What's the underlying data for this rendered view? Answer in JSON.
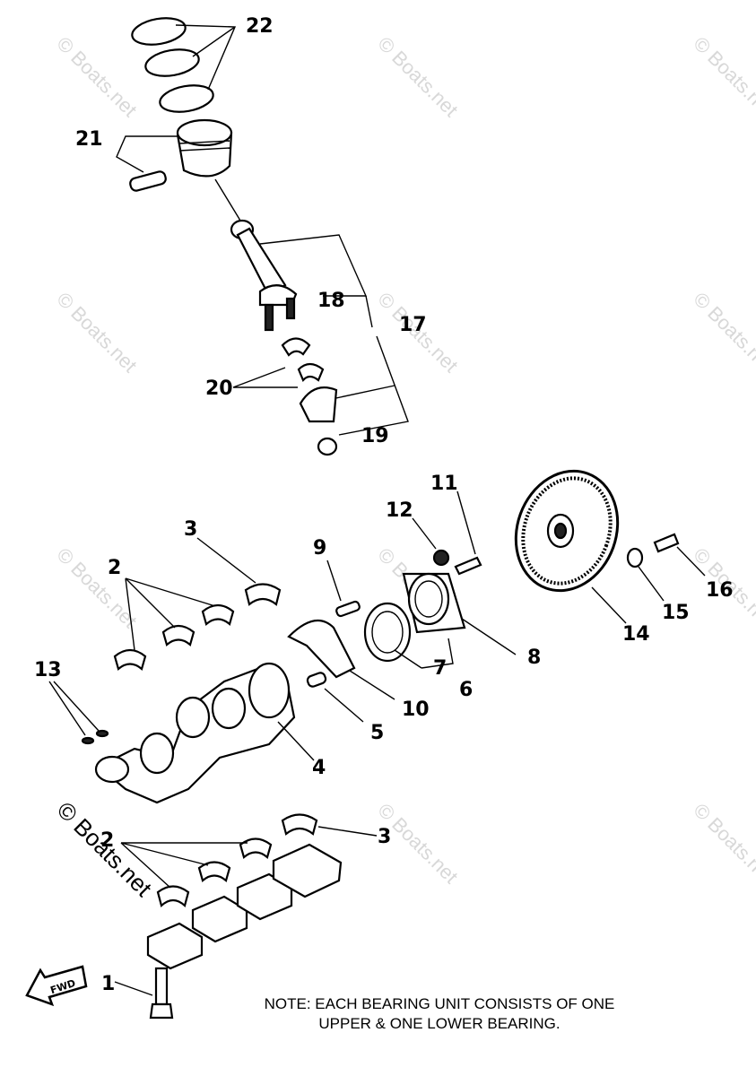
{
  "callouts": [
    "1",
    "2",
    "3",
    "4",
    "5",
    "6",
    "7",
    "8",
    "9",
    "10",
    "11",
    "12",
    "13",
    "14",
    "15",
    "16",
    "17",
    "18",
    "19",
    "20",
    "21",
    "22"
  ],
  "watermark": "© Boats.net",
  "fwd_label": "FWD",
  "note": {
    "line1": "NOTE: EACH BEARING UNIT CONSISTS OF ONE",
    "line2": "UPPER & ONE LOWER BEARING."
  }
}
